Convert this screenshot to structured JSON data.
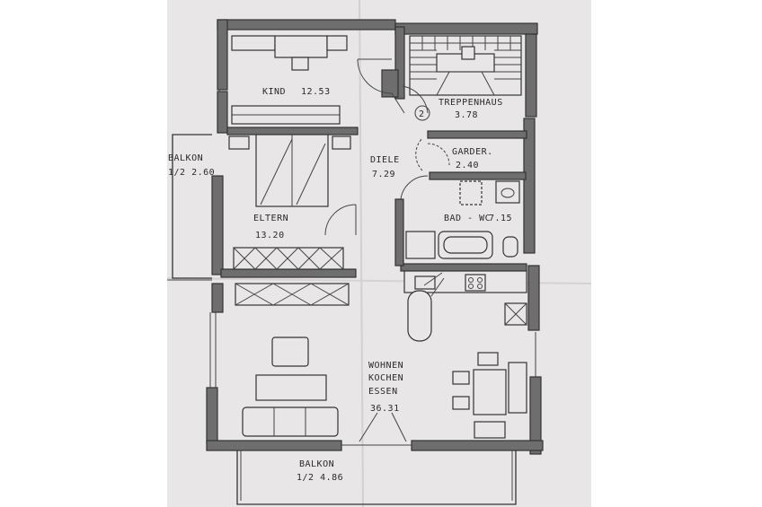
{
  "rooms": {
    "kind": {
      "name": "KIND",
      "area": "12.53"
    },
    "treppenhaus": {
      "name": "TREPPENHAUS",
      "area": "3.78",
      "marker": "2"
    },
    "garderobe": {
      "name": "GARDER.",
      "area": "2.40"
    },
    "diele": {
      "name": "DIELE",
      "area": "7.29"
    },
    "balkon_left": {
      "name": "BALKON",
      "area": "1/2  2.60"
    },
    "eltern": {
      "name": "ELTERN",
      "area": "13.20"
    },
    "bad_wc": {
      "name": "BAD - WC",
      "area": "7.15"
    },
    "wohnen": {
      "line1": "WOHNEN",
      "line2": "KOCHEN",
      "line3": "ESSEN",
      "area": "36.31"
    },
    "balkon_bottom": {
      "name": "BALKON",
      "area": "1/2   4.86"
    }
  },
  "colors": {
    "paper": "#e9e6e7",
    "wall": "#6e6e6e",
    "ink": "#2a2a2a"
  }
}
